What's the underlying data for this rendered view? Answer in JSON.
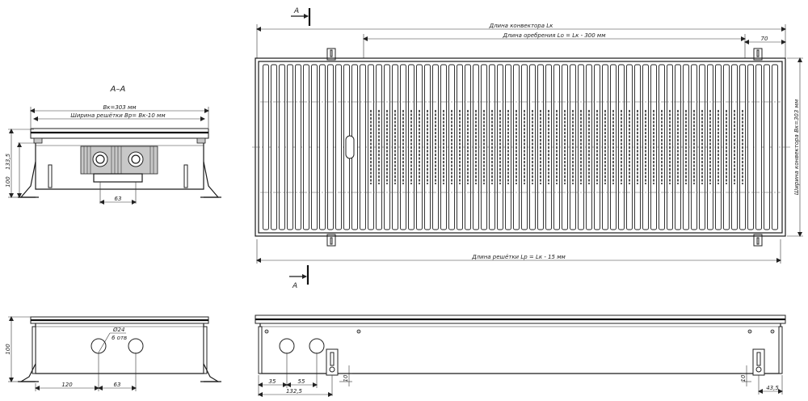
{
  "section": {
    "title": "А–А",
    "arrow_label": "А"
  },
  "dims": {
    "width_bk": "Вк=303 мм",
    "grille_width": "Ширина решётки Вр= Вк-10 мм",
    "height_135": "133,5",
    "height_100": "100",
    "pipe_spacing": "63",
    "conv_length": "Длина конвектора Lк",
    "fin_length": "Длина оребрения Lо = Lк - 300 мм",
    "edge_70": "70",
    "conv_width": "Ширина конвектора Вк=303 мм",
    "grille_length": "Длина решётки Lр = Lк - 15 мм",
    "front_height": "100",
    "hole_dia": "Ø24",
    "hole_count": "6 отв",
    "front_120": "120",
    "front_63": "63",
    "side_35": "35",
    "side_55": "55",
    "side_132": "132,5",
    "side_10a": "10",
    "side_10b": "10",
    "side_43": "43,5"
  }
}
